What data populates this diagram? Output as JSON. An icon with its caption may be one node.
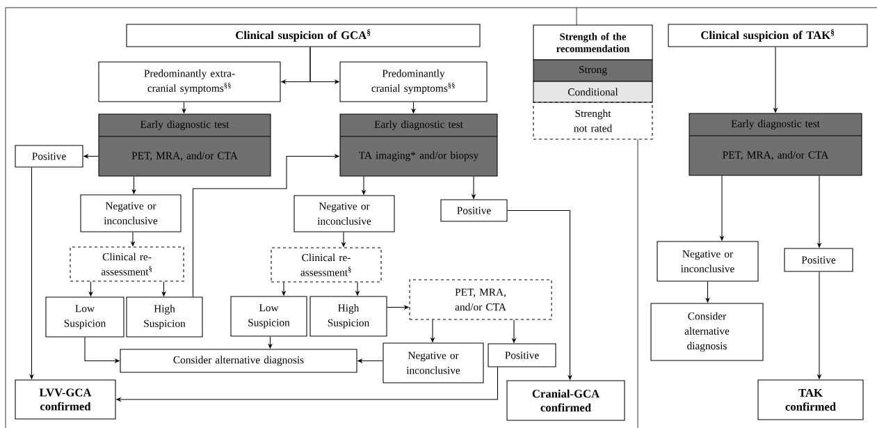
{
  "diagram": {
    "nodes": [
      {
        "text": [
          "Clinical suspicion of GCA$^{§}$"
        ]
      },
      {
        "text": [
          "Predominantly extra-cranial symptoms$^{§§}$"
        ]
      },
      {
        "text": [
          "Predominantly cranial symptoms$^{§§}$"
        ]
      },
      {
        "text": [
          "Early diagnostic test",
          "PET, MRA, and/or CTA"
        ]
      },
      {
        "text": [
          "Early diagnostic test",
          "TA imaging* and/or biopsy"
        ]
      },
      {
        "text": [
          "Positive"
        ]
      },
      {
        "text": [
          "Negative or inconclusive"
        ]
      },
      {
        "text": [
          "Clinical re-assessment$^{§}$"
        ]
      },
      {
        "text": [
          "Low Suspicion"
        ]
      },
      {
        "text": [
          "High Suspicion"
        ]
      },
      {
        "text": [
          "Negative or inconclusive"
        ]
      },
      {
        "text": [
          "Positive"
        ]
      },
      {
        "text": [
          "Clinical re-assessment$^{§}$"
        ]
      },
      {
        "text": [
          "Low Suspicion"
        ]
      },
      {
        "text": [
          "High Suspicion"
        ]
      },
      {
        "text": [
          "PET, MRA, and/or CTA"
        ]
      },
      {
        "text": [
          "Consider alternative diagnosis"
        ]
      },
      {
        "text": [
          "Negative or inconclusive"
        ]
      },
      {
        "text": [
          "Positive"
        ]
      },
      {
        "text": [
          "LVV-GCA confirmed"
        ]
      },
      {
        "text": [
          "Cranial-GCA confirmed"
        ]
      },
      {
        "text": [
          "Clinical suspicion of TAK$^{§}$"
        ]
      },
      {
        "text": [
          "Early diagnostic test",
          "PET, MRA, and/or CTA"
        ]
      },
      {
        "text": [
          "Negative or inconclusive"
        ]
      },
      {
        "text": [
          "Positive"
        ]
      },
      {
        "text": [
          "Consider alternative diagnosis"
        ]
      },
      {
        "text": [
          "TAK confirmed"
        ]
      }
    ],
    "edges": [
      {
        "from": 0,
        "to": 1,
        "arrow": "to"
      },
      {
        "from": 0,
        "to": 2,
        "arrow": "to"
      },
      {
        "from": 1,
        "to": 3,
        "arrow": "to"
      },
      {
        "from": 2,
        "to": 4,
        "arrow": "to"
      },
      {
        "from": 3,
        "to": 5,
        "arrow": "to"
      },
      {
        "from": 3,
        "to": 6,
        "arrow": "to"
      },
      {
        "from": 6,
        "to": 7,
        "arrow": "to"
      },
      {
        "from": 7,
        "to": 8,
        "arrow": "to"
      },
      {
        "from": 7,
        "to": 9,
        "arrow": "to"
      },
      {
        "from": 9,
        "to": 4,
        "arrow": "to"
      },
      {
        "from": 4,
        "to": 10,
        "arrow": "to"
      },
      {
        "from": 4,
        "to": 11,
        "arrow": "to"
      },
      {
        "from": 10,
        "to": 12,
        "arrow": "to"
      },
      {
        "from": 12,
        "to": 13,
        "arrow": "to"
      },
      {
        "from": 12,
        "to": 14,
        "arrow": "to"
      },
      {
        "from": 14,
        "to": 15,
        "arrow": "to"
      },
      {
        "from": 15,
        "to": 17,
        "arrow": "to"
      },
      {
        "from": 15,
        "to": 18,
        "arrow": "to"
      },
      {
        "from": 8,
        "to": 16,
        "arrow": "to"
      },
      {
        "from": 13,
        "to": 16,
        "arrow": "to"
      },
      {
        "from": 17,
        "to": 16,
        "arrow": "to"
      },
      {
        "from": 5,
        "to": 19,
        "arrow": "to"
      },
      {
        "from": 18,
        "to": 19,
        "arrow": "to"
      },
      {
        "from": 11,
        "to": 20,
        "arrow": "to"
      },
      {
        "from": 21,
        "to": 22,
        "arrow": "to"
      },
      {
        "from": 22,
        "to": 23,
        "arrow": "to"
      },
      {
        "from": 22,
        "to": 24,
        "arrow": "to"
      },
      {
        "from": 23,
        "to": 25,
        "arrow": "to"
      },
      {
        "from": 24,
        "to": 26,
        "arrow": "to"
      }
    ],
    "labels": [
      "Strength of the recommendation"
    ],
    "legend": [
      {
        "text": "Strong",
        "color": "#707070"
      },
      {
        "text": "Conditional",
        "color": "#e6e6e6"
      },
      {
        "text": "Strenght not rated"
      }
    ]
  }
}
